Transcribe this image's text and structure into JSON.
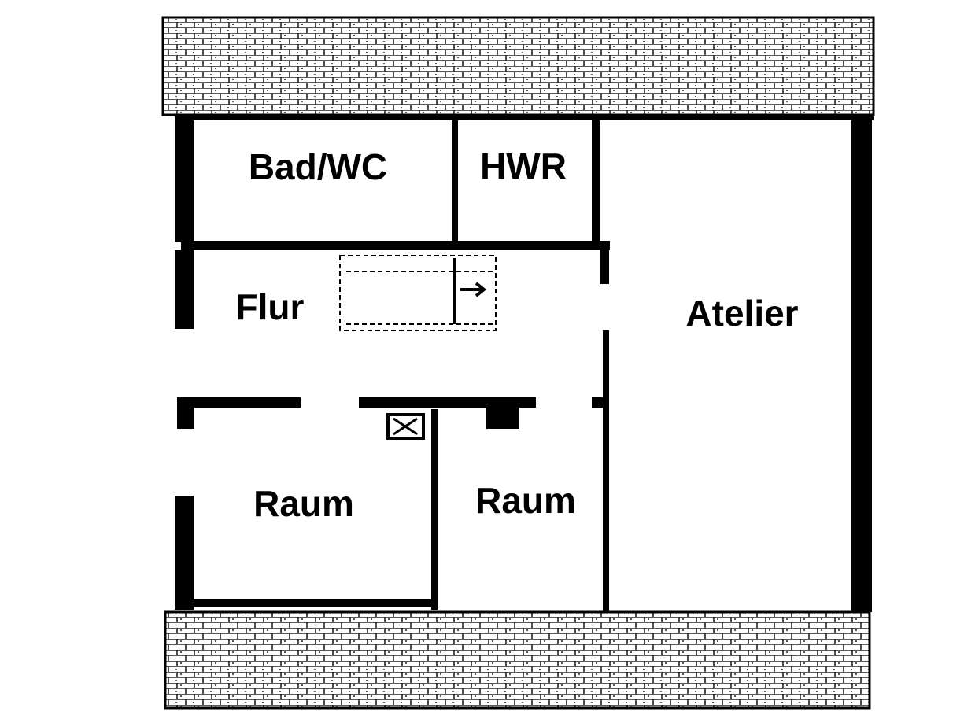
{
  "floor_plan": {
    "rooms": [
      {
        "id": "bad-wc",
        "label": "Bad/WC"
      },
      {
        "id": "hwr",
        "label": "HWR"
      },
      {
        "id": "flur",
        "label": "Flur"
      },
      {
        "id": "atelier",
        "label": "Atelier"
      },
      {
        "id": "raum-left",
        "label": "Raum"
      },
      {
        "id": "raum-right",
        "label": "Raum"
      }
    ],
    "colors": {
      "ink": "#000000",
      "paper": "#ffffff"
    }
  }
}
